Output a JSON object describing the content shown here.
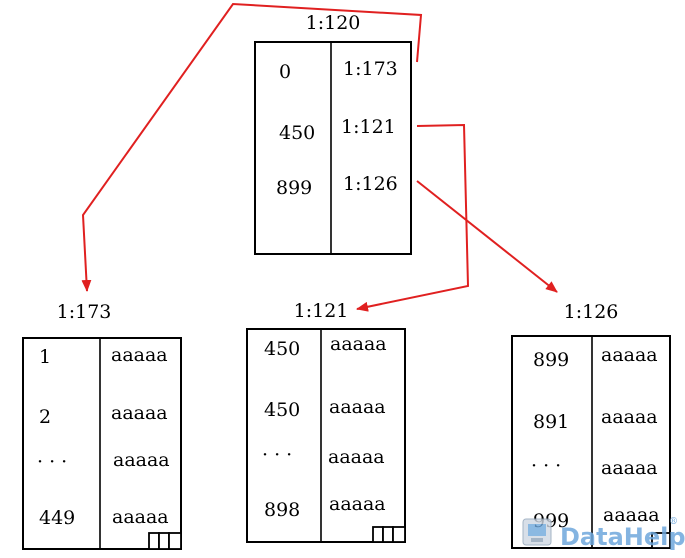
{
  "colors": {
    "line": "#000000",
    "pointer": "#e02020",
    "watermark": "#6fa8dc"
  },
  "root": {
    "title": "1:120",
    "keys": [
      "0",
      "450",
      "899"
    ],
    "pointers": [
      "1:173",
      "1:121",
      "1:126"
    ]
  },
  "leaves": [
    {
      "title": "1:173",
      "keys": [
        "1",
        "2",
        "· · ·",
        "449"
      ],
      "values": [
        "aaaaa",
        "aaaaa",
        "aaaaa",
        "aaaaa"
      ]
    },
    {
      "title": "1:121",
      "keys": [
        "450",
        "450",
        "· · ·",
        "898"
      ],
      "values": [
        "aaaaa",
        "aaaaa",
        "aaaaa",
        "aaaaa"
      ]
    },
    {
      "title": "1:126",
      "keys": [
        "899",
        "891",
        "· · ·",
        "999"
      ],
      "values": [
        "aaaaa",
        "aaaaa",
        "aaaaa",
        "aaaaa"
      ]
    }
  ],
  "watermark": {
    "text": "DataHelp",
    "mark": "®"
  }
}
